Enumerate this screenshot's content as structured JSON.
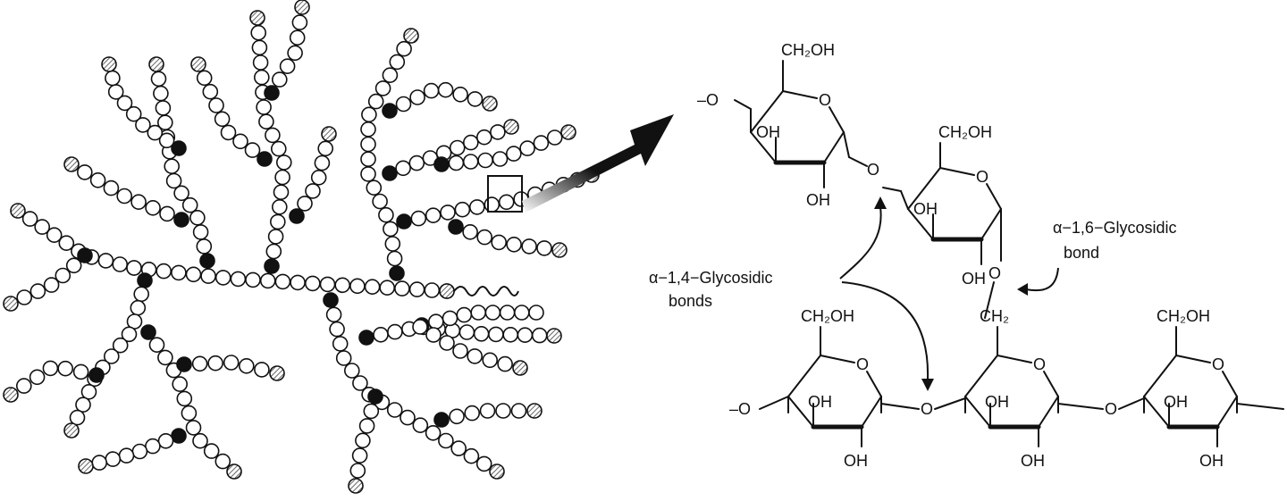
{
  "colors": {
    "ink": "#111111",
    "open_residue": "#ffffff",
    "branch_point": "#111111",
    "chain_end": "#9a9a9a"
  },
  "labels": {
    "alpha14_line1": "α−1,4−Glycosidic",
    "alpha14_line2": "bonds",
    "alpha16_line1": "α−1,6−Glycosidic",
    "alpha16_line2": "bond"
  },
  "chemistry": {
    "ch2oh": "CH₂OH",
    "ch2": "CH₂",
    "oh": "OH",
    "o": "O",
    "left_terminus": "–O"
  }
}
